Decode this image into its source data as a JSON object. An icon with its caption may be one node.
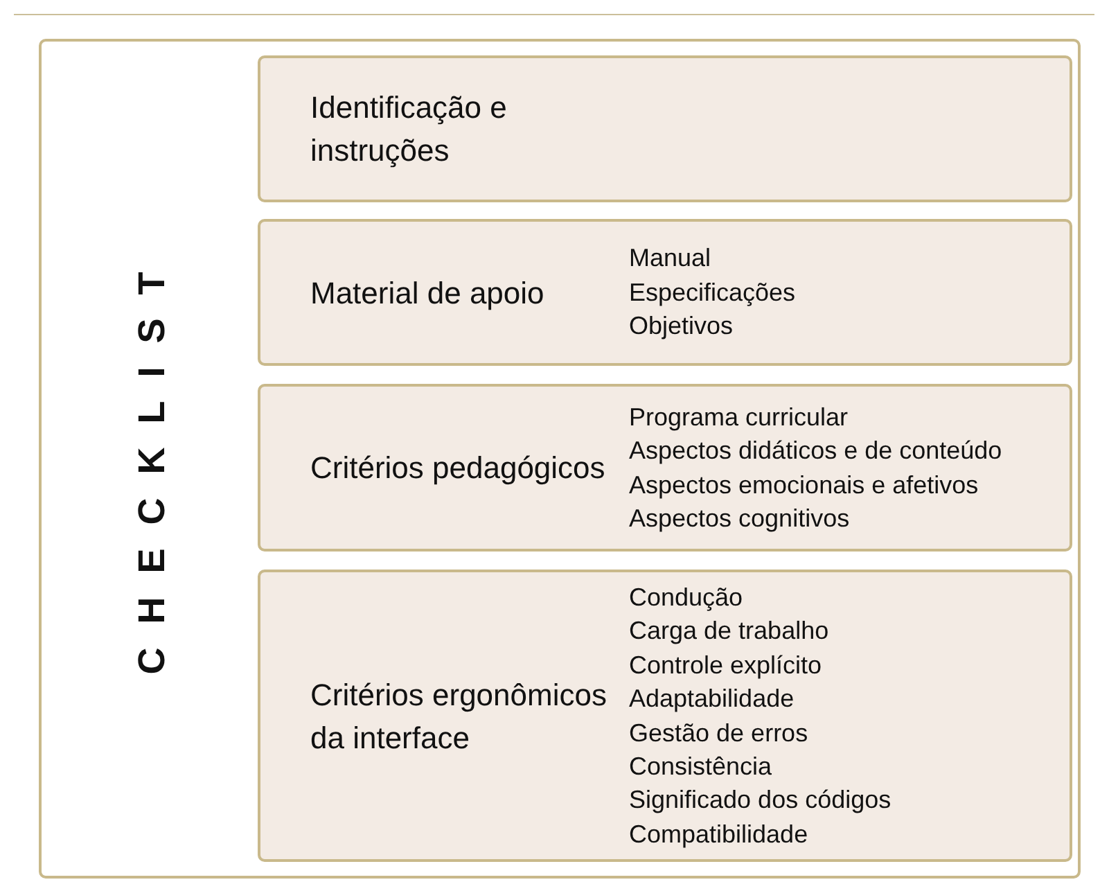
{
  "diagram": {
    "nodes": [
      {
        "text": [
          "CHECKLIST"
        ]
      },
      {
        "text": [
          "Identificação e instruções"
        ],
        "in": 0
      },
      {
        "text": [
          "Material de apoio",
          "Manual",
          "Especificações",
          "Objetivos"
        ],
        "in": 0
      },
      {
        "text": [
          "Critérios pedagógicos",
          "Programa curricular",
          "Aspectos didáticos e de conteúdo",
          "Aspectos emocionais e afetivos",
          "Aspectos cognitivos"
        ],
        "in": 0
      },
      {
        "text": [
          "Critérios ergonômicos da interface",
          "Condução",
          "Carga de trabalho",
          "Controle explícito",
          "Adaptabilidade",
          "Gestão de erros",
          "Consistência",
          "Significado dos códigos",
          "Compatibilidade"
        ],
        "in": 0
      }
    ]
  }
}
